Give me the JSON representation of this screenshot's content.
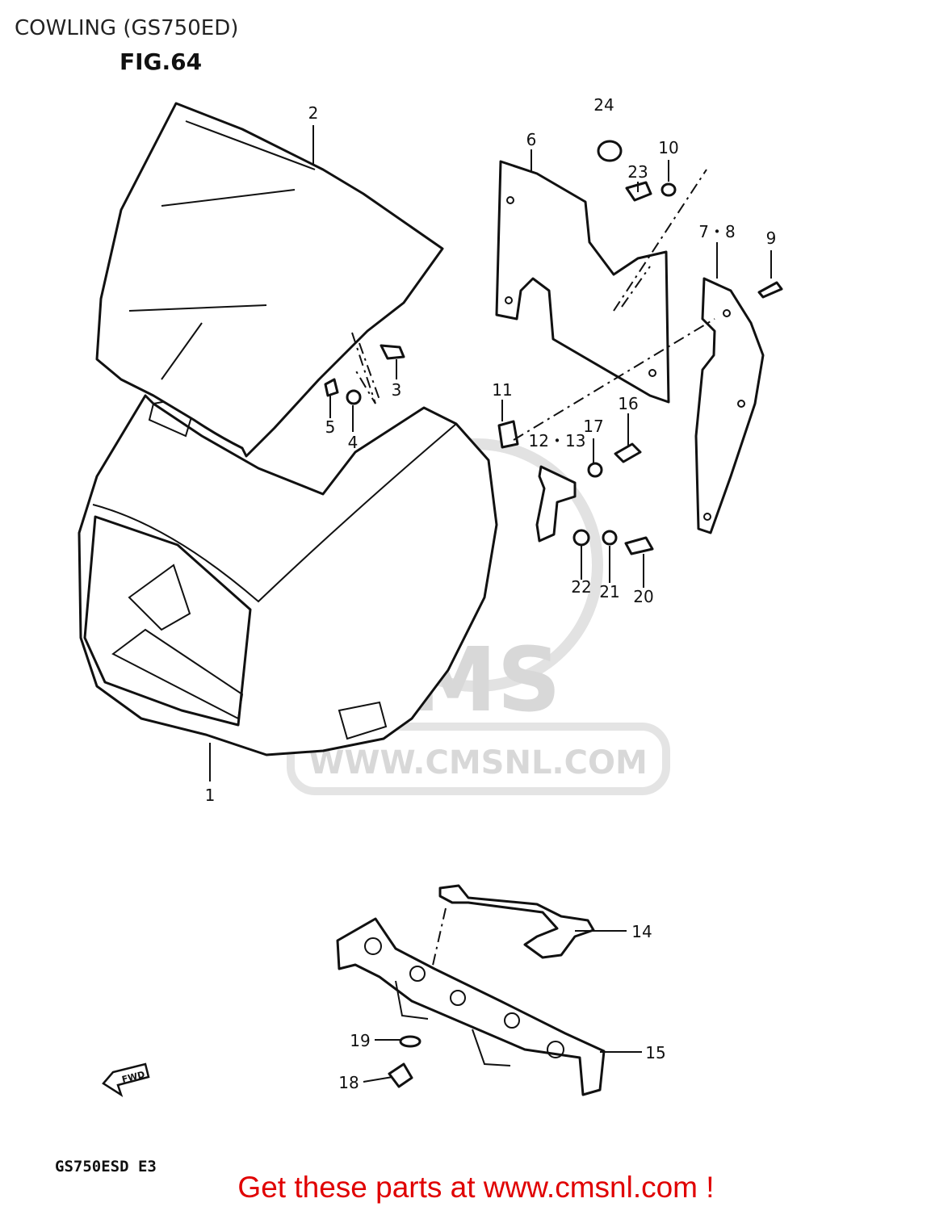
{
  "header": {
    "title": "COWLING (GS750ED)",
    "figure": "FIG.64"
  },
  "watermark": {
    "brand": "CMS",
    "site": "WWW.CMSNL.COM"
  },
  "callouts": [
    {
      "id": "c1",
      "label": "1"
    },
    {
      "id": "c2",
      "label": "2"
    },
    {
      "id": "c3",
      "label": "3"
    },
    {
      "id": "c4",
      "label": "4"
    },
    {
      "id": "c5",
      "label": "5"
    },
    {
      "id": "c6",
      "label": "6"
    },
    {
      "id": "c7",
      "label": "7・8"
    },
    {
      "id": "c9",
      "label": "9"
    },
    {
      "id": "c10",
      "label": "10"
    },
    {
      "id": "c11",
      "label": "11"
    },
    {
      "id": "c12",
      "label": "12・13"
    },
    {
      "id": "c14",
      "label": "14"
    },
    {
      "id": "c15",
      "label": "15"
    },
    {
      "id": "c16",
      "label": "16"
    },
    {
      "id": "c17",
      "label": "17"
    },
    {
      "id": "c18",
      "label": "18"
    },
    {
      "id": "c19",
      "label": "19"
    },
    {
      "id": "c20",
      "label": "20"
    },
    {
      "id": "c21",
      "label": "21"
    },
    {
      "id": "c22",
      "label": "22"
    },
    {
      "id": "c23",
      "label": "23"
    },
    {
      "id": "c24",
      "label": "24"
    }
  ],
  "fwd_arrow": {
    "label": "FWD",
    "icon": "fwd-arrow-icon"
  },
  "footer": {
    "model_code": "GS750ESD E3",
    "cta": "Get these parts at www.cmsnl.com !",
    "cta_color": "#e00000"
  }
}
